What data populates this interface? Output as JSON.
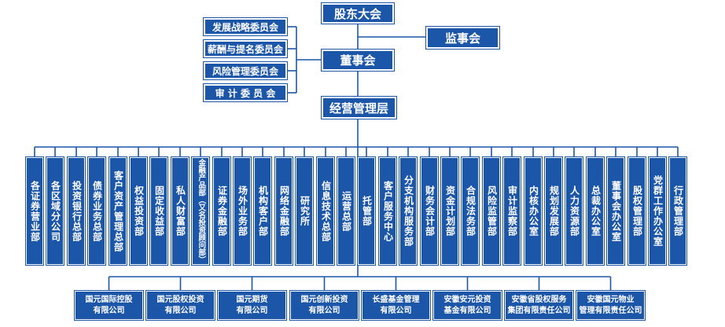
{
  "top": {
    "shareholders": "股东大会",
    "board": "董事会",
    "supervisory": "监事会",
    "management": "经营管理层"
  },
  "committees": [
    "发展战略委员会",
    "薪酬与提名委员会",
    "风险管理委员会",
    "审 计 委 员 会"
  ],
  "departments": [
    "各证券营业部",
    "各区域分公司",
    "投资银行总部",
    "债券业务总部",
    "客户资产管理总部",
    "权益投资部",
    "固定收益部",
    "私人财富部",
    "金融产品部（又名投资顾问部）",
    "证券金融部",
    "场外业务部",
    "机构客户部",
    "网络金融部",
    "研究所",
    "信息技术总部",
    "运营总部",
    "托管部",
    "客户服务中心",
    "分支机构服务部",
    "财务会计部",
    "资金计划部",
    "合规法务部",
    "风险监管部",
    "审计监察部",
    "内核办公室",
    "规划发展部",
    "人力资源部",
    "总裁办公室",
    "董事会办公室",
    "股权管理部",
    "党群工作办公室",
    "行政管理部"
  ],
  "subsidiaries": [
    "国元国际控股\n有限公司",
    "国元股权投资\n有限公司",
    "国元期货\n有限公司",
    "国元创新投资\n有限公司",
    "长盛基金管理\n有限公司",
    "安徽安元投资\n基金有限公司",
    "安徽省股权服务\n集团有限责任公司",
    "安徽国元物业\n管理有限责任公司"
  ]
}
